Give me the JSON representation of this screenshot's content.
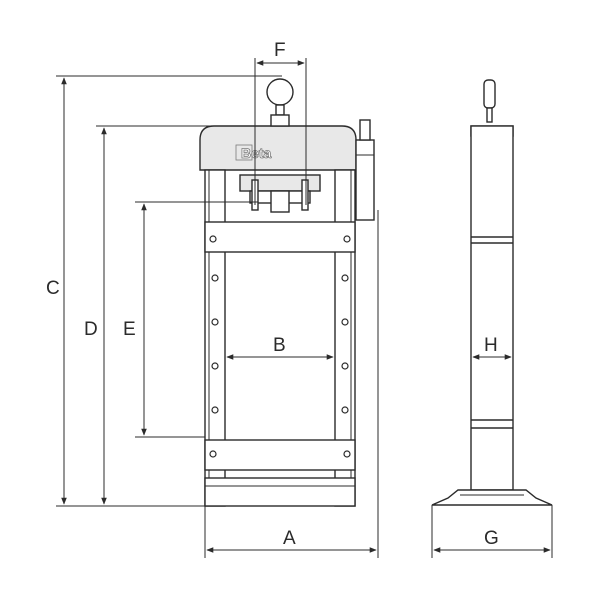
{
  "brand": "Beta",
  "dimensions": {
    "a": "A",
    "b": "B",
    "c": "C",
    "d": "D",
    "e": "E",
    "f": "F",
    "g": "G",
    "h": "H"
  }
}
